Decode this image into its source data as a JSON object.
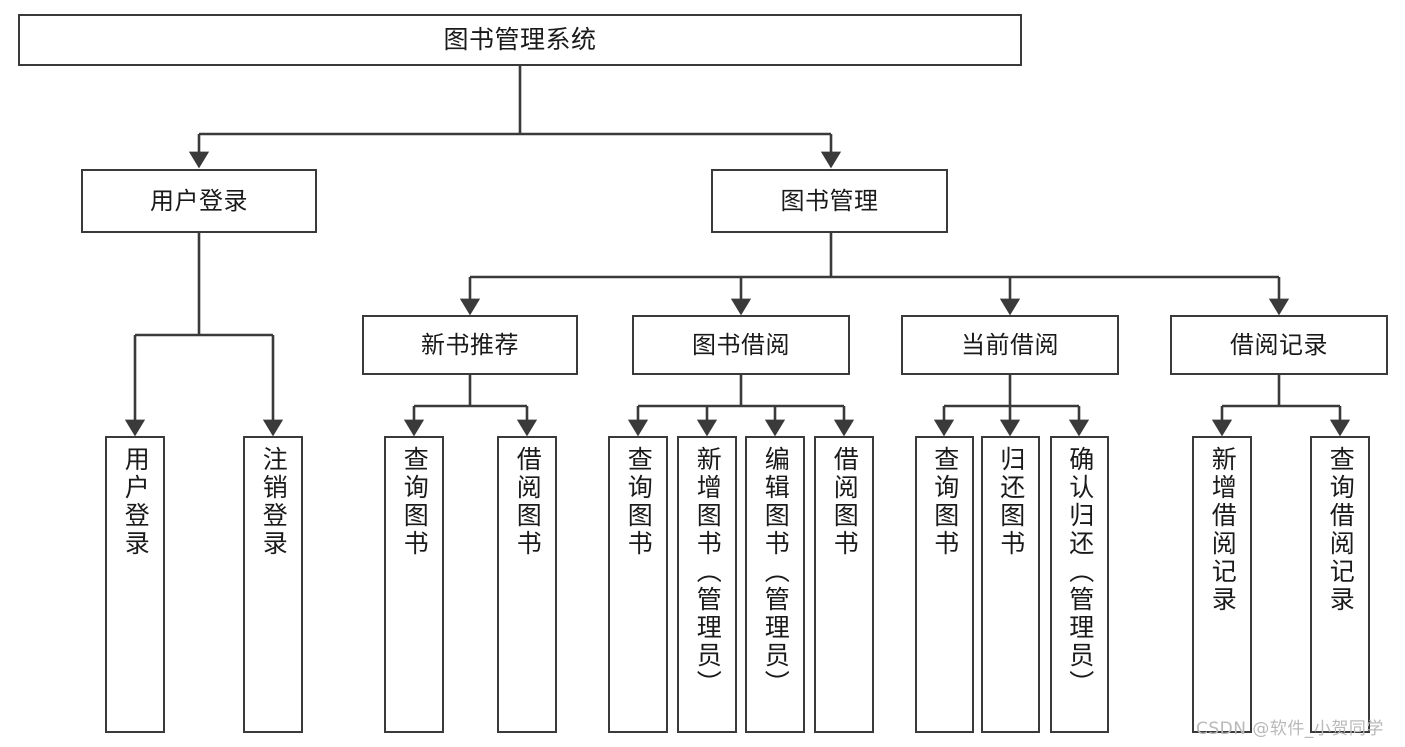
{
  "diagram": {
    "type": "tree",
    "title": "图书管理系统",
    "root": {
      "label": "图书管理系统"
    },
    "level1": [
      {
        "label": "用户登录"
      },
      {
        "label": "图书管理"
      }
    ],
    "level2": [
      {
        "label": "新书推荐"
      },
      {
        "label": "图书借阅"
      },
      {
        "label": "当前借阅"
      },
      {
        "label": "借阅记录"
      }
    ],
    "leaves": {
      "user_login": [
        {
          "label": "用户登录"
        },
        {
          "label": "注销登录"
        }
      ],
      "new_book_recommend": [
        {
          "label": "查询图书"
        },
        {
          "label": "借阅图书"
        }
      ],
      "book_borrow": [
        {
          "label": "查询图书"
        },
        {
          "label": "新增图书（管理员）"
        },
        {
          "label": "编辑图书（管理员）"
        },
        {
          "label": "借阅图书"
        }
      ],
      "current_borrow": [
        {
          "label": "查询图书"
        },
        {
          "label": "归还图书"
        },
        {
          "label": "确认归还（管理员）"
        }
      ],
      "borrow_record": [
        {
          "label": "新增借阅记录"
        },
        {
          "label": "查询借阅记录"
        }
      ]
    }
  },
  "watermark": {
    "text": "CSDN @软件_小贺同学"
  },
  "colors": {
    "border": "#3a3a3a",
    "line": "#3a3a3a",
    "background": "#ffffff",
    "text": "#1a1a1a",
    "watermark": "#b9b9b9"
  }
}
